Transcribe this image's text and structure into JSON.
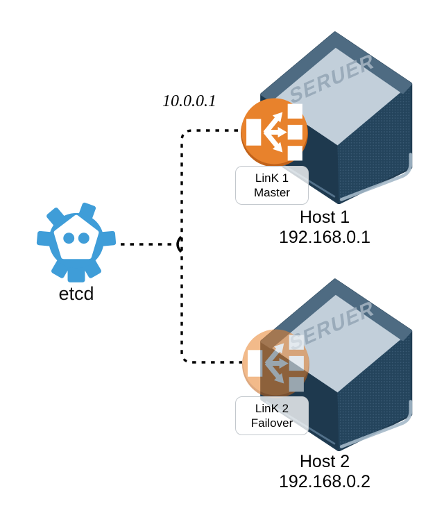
{
  "diagram": {
    "etcd": {
      "label": "etcd"
    },
    "vip": {
      "label": "10.0.0.1"
    },
    "hosts": [
      {
        "name": "Host 1",
        "ip": "192.168.0.1",
        "server_badge": "SERUER",
        "link_label": {
          "line1": "LinK 1",
          "line2": "Master"
        },
        "lb_state": "active"
      },
      {
        "name": "Host 2",
        "ip": "192.168.0.2",
        "server_badge": "SERUER",
        "link_label": {
          "line1": "LinK 2",
          "line2": "Failover"
        },
        "lb_state": "faded"
      }
    ],
    "icons": {
      "etcd_icon": "etcd-gear-logo",
      "lb_icon": "load-balancer-icon",
      "server_icon": "server-cube-icon"
    },
    "colors": {
      "etcd_blue": "#3F9DD8",
      "lb_orange": "#E8822C",
      "lb_orange_rim": "#C2631A",
      "server_panel_dark": "#24445C",
      "server_lid_light": "#C2CFDA",
      "server_ridge_band": "#4E6B82",
      "connector": "#000000"
    }
  }
}
